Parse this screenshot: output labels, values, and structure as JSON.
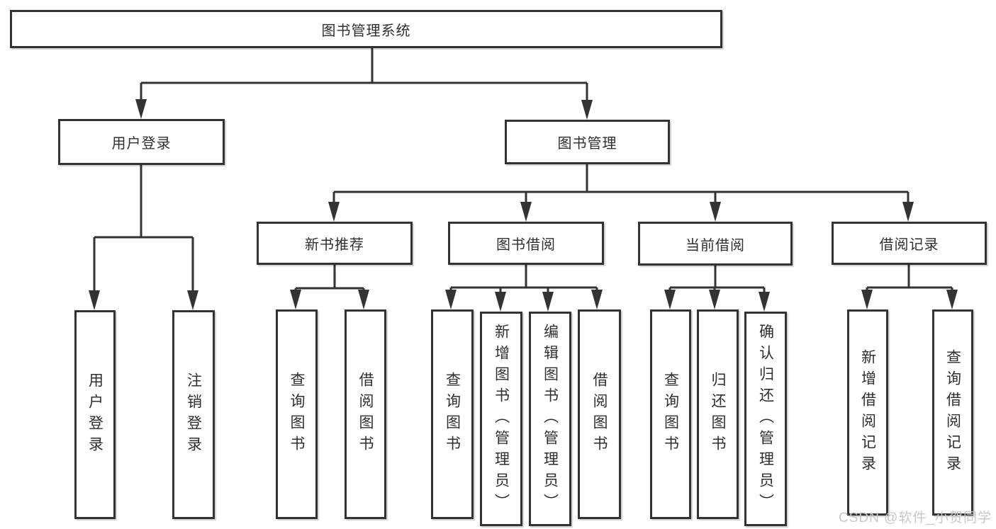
{
  "tree": {
    "root": "图书管理系统",
    "branches": [
      {
        "label": "用户登录",
        "children": [
          "用户登录",
          "注销登录"
        ]
      },
      {
        "label": "图书管理",
        "groups": [
          {
            "label": "新书推荐",
            "children": [
              "查询图书",
              "借阅图书"
            ]
          },
          {
            "label": "图书借阅",
            "children": [
              "查询图书",
              "新增图书（管理员）",
              "编辑图书（管理员）",
              "借阅图书"
            ]
          },
          {
            "label": "当前借阅",
            "children": [
              "查询图书",
              "归还图书",
              "确认归还（管理员）"
            ]
          },
          {
            "label": "借阅记录",
            "children": [
              "新增借阅记录",
              "查询借阅记录"
            ]
          }
        ]
      }
    ]
  },
  "watermark": "CSDN @软件_小贺同学",
  "colors": {
    "line": "#333333",
    "box_border": "#333333",
    "text": "#2f2f2f",
    "watermark": "#c8c8c6",
    "background": "#ffffff"
  }
}
